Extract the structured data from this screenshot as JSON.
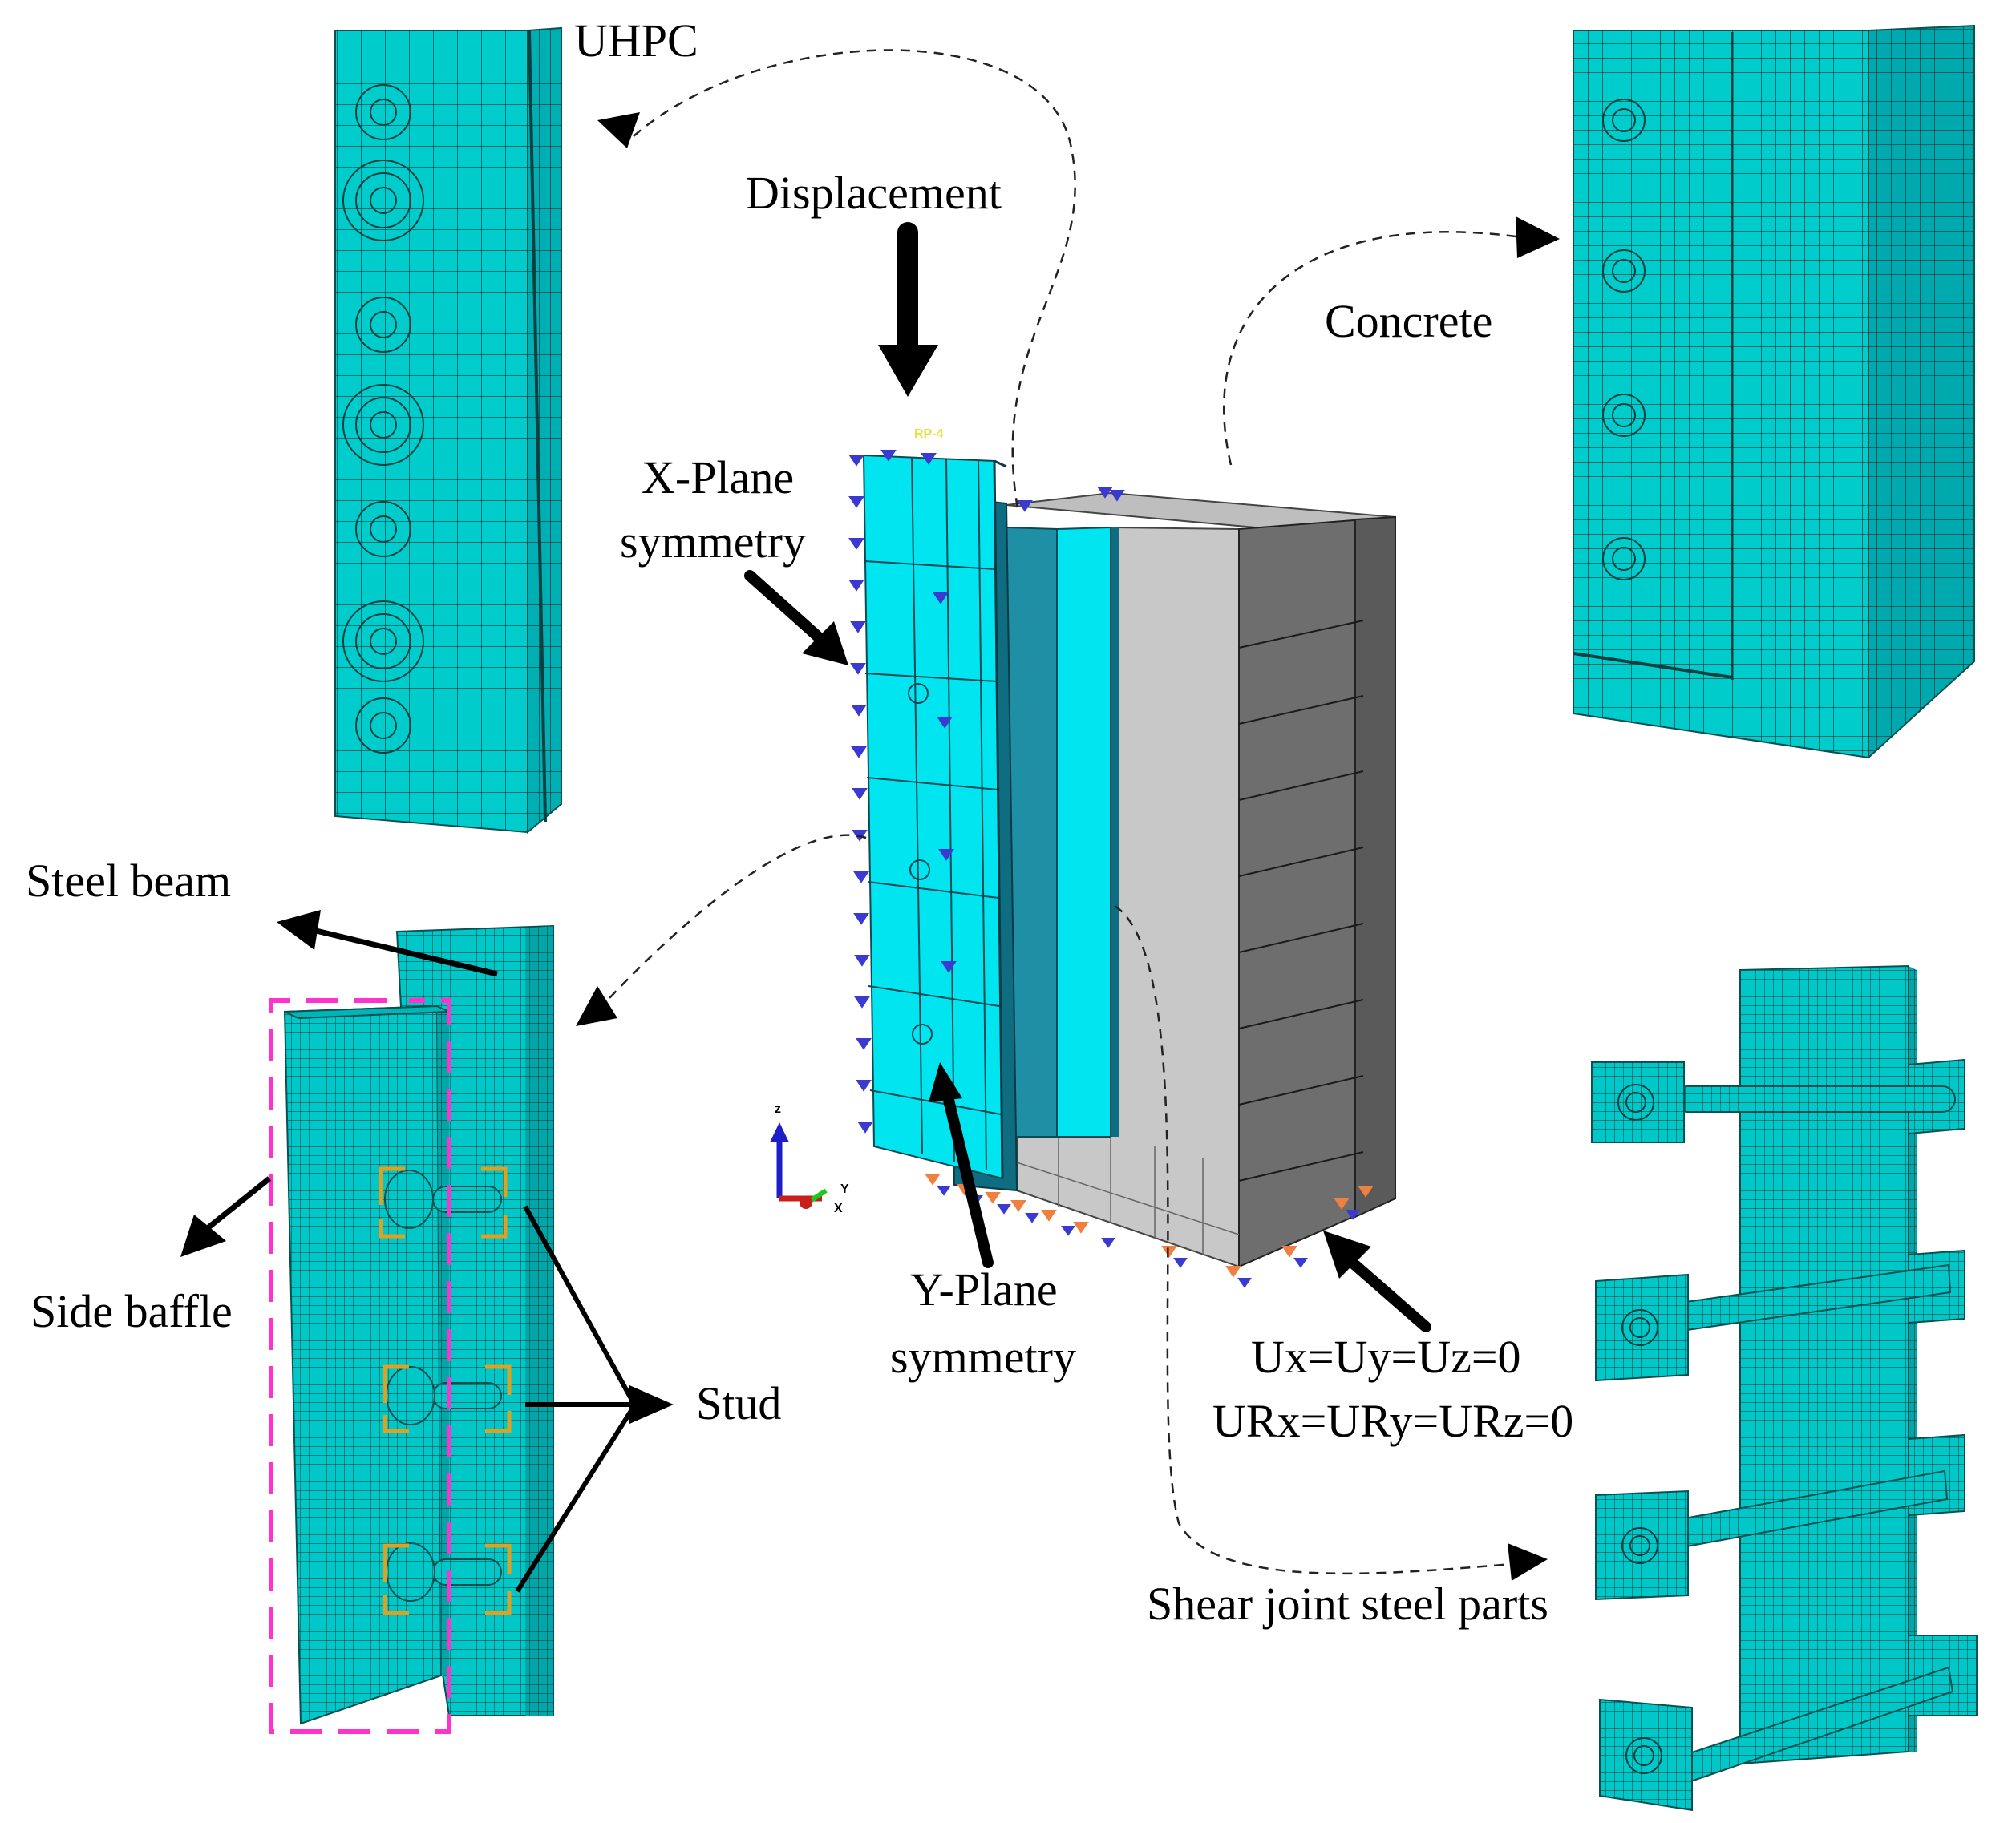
{
  "labels": {
    "uhpc": "UHPC",
    "displacement": "Displacement",
    "concrete": "Concrete",
    "x_plane_1": "X-Plane",
    "x_plane_2": "symmetry",
    "steel_beam": "Steel beam",
    "side_baffle": "Side baffle",
    "stud": "Stud",
    "y_plane_1": "Y-Plane",
    "y_plane_2": "symmetry",
    "bc_1": "Ux=Uy=Uz=0",
    "bc_2": "URx=URy=URz=0",
    "shear_parts": "Shear joint steel parts",
    "rp": "RP-4",
    "axis_z": "z",
    "axis_y": "Y",
    "axis_x": "X"
  },
  "colors": {
    "mesh_fill": "#00CCCC",
    "mesh_line": "#0A5050",
    "beam_light": "#00E5F0",
    "beam_mid": "#1F8FA5",
    "beam_dark": "#0E6D80",
    "concrete_light": "#C8C8C8",
    "concrete_dark": "#6E6E6E",
    "baffle_box": "#FF33CC",
    "stud_mark": "#E0A020",
    "constraint_blue": "#3A3AD0",
    "constraint_orange": "#F08040"
  }
}
